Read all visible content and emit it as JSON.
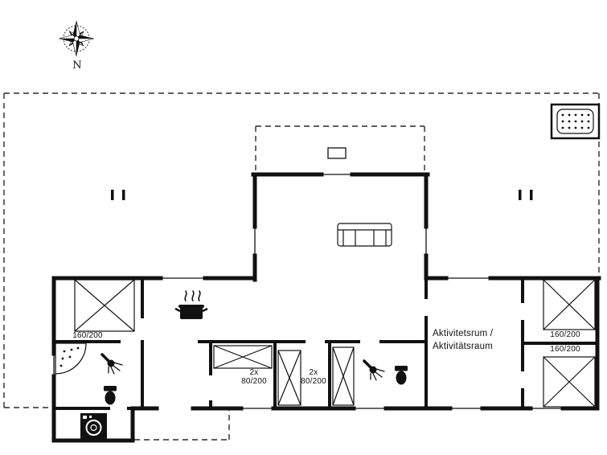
{
  "compass": {
    "label": "N"
  },
  "labels": {
    "bed_left": "160/200",
    "bed_right_top": "160/200",
    "bed_right_bottom": "160/200",
    "bunk_a": {
      "line1": "2x",
      "line2": "80/200"
    },
    "bunk_b": {
      "line1": "2x",
      "line2": "80/200"
    },
    "activity_room": {
      "line1": "Aktivitetsrum /",
      "line2": "Aktivitätsraum"
    }
  },
  "icons": {
    "compass-rose-icon": "eight-point compass star",
    "hot-tub-icon": "square spa tub with bubble dots",
    "whirlpool-tub-icon": "corner tub with bubble dots",
    "stove-icon": "black pot with steam curls",
    "sofa-icon": "sofa top view outline",
    "double-bed-icon": "rectangle with diagonal cross",
    "bunk-bed-icon": "rectangle with diagonal cross",
    "closet-icon": "rectangle with diagonal cross",
    "shower-icon": "shower head with spray lines",
    "toilet-icon": "toilet top view silhouette",
    "washing-machine-icon": "black square with white drum circle",
    "terrace-post-icon": "pair of short posts",
    "terrace-marker-icon": "small open rectangle"
  },
  "colors": {
    "wall": "#111111",
    "dashed_line": "#2a2a2a",
    "background": "#ffffff"
  }
}
